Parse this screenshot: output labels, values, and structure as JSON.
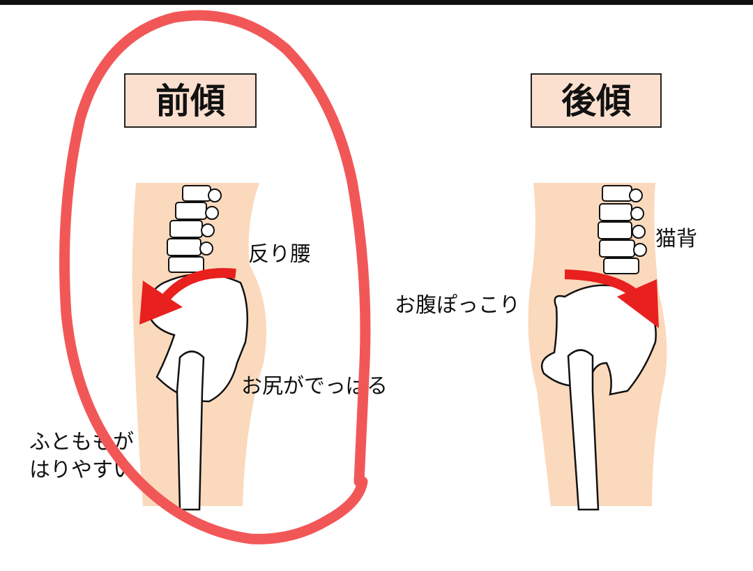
{
  "colors": {
    "skin": "#fbd9bd",
    "title_box": "#fbe0cf",
    "annotation": "#f25757",
    "arrow": "#e8201e"
  },
  "left_panel": {
    "title": "前傾",
    "labels": {
      "lordosis": "反り腰",
      "buttocks": "お尻がでっぱる",
      "thigh_line1": "ふとももが",
      "thigh_line2": "はりやすい"
    }
  },
  "right_panel": {
    "title": "後傾",
    "labels": {
      "hunchback": "猫背",
      "belly": "お腹ぽっこり"
    }
  }
}
